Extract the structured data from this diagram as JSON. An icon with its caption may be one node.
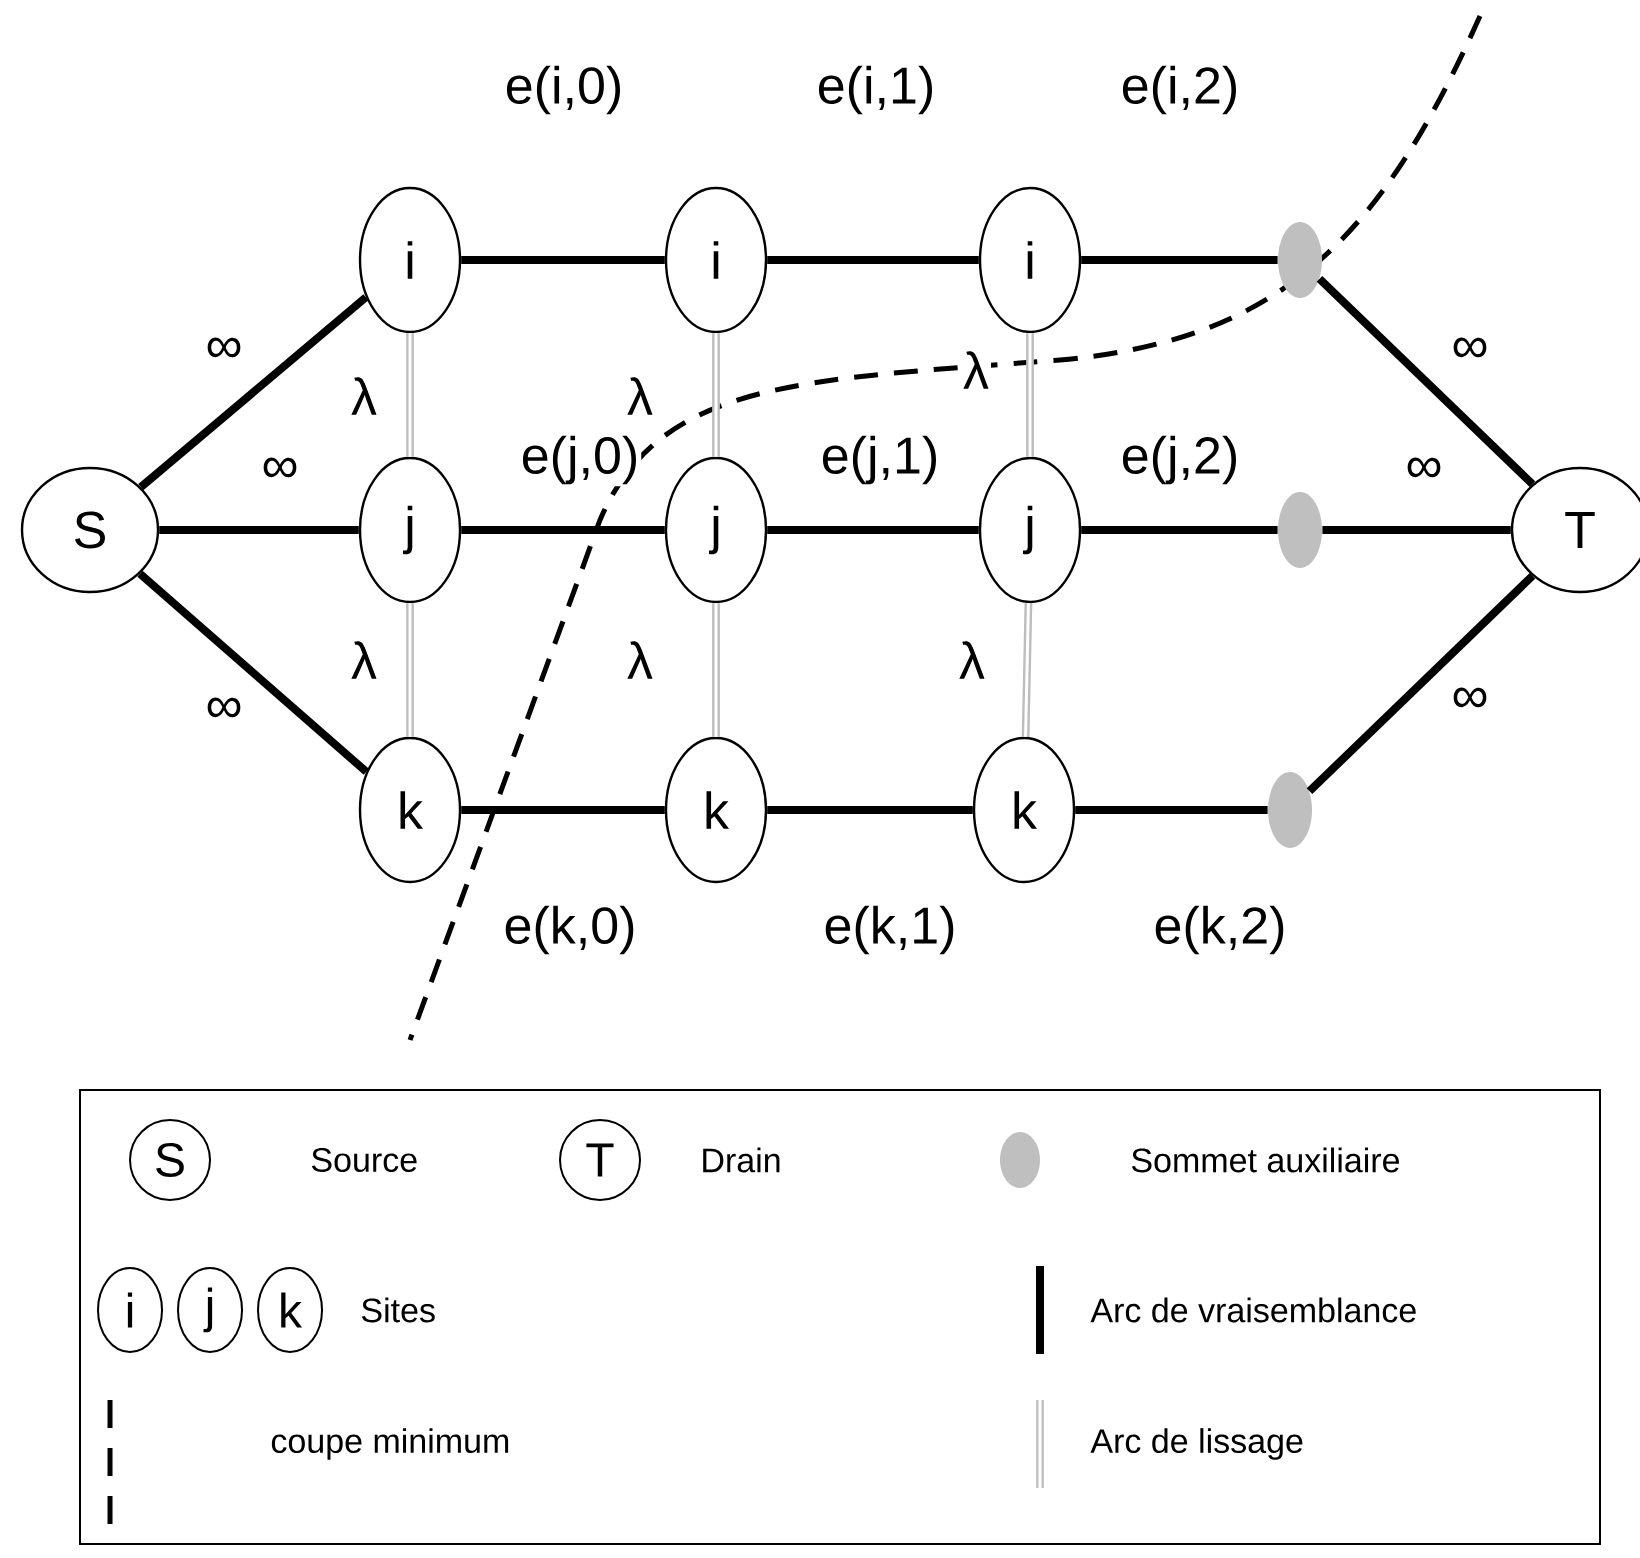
{
  "diagram": {
    "nodes": [
      {
        "text": [
          "S"
        ]
      },
      {
        "text": [
          "i"
        ]
      },
      {
        "text": [
          "i"
        ]
      },
      {
        "text": [
          "i"
        ]
      },
      {
        "text": [],
        "shape": "ellipse"
      },
      {
        "text": [
          "j"
        ]
      },
      {
        "text": [
          "j"
        ]
      },
      {
        "text": [
          "j"
        ]
      },
      {
        "text": [],
        "shape": "ellipse"
      },
      {
        "text": [
          "k"
        ]
      },
      {
        "text": [
          "k"
        ]
      },
      {
        "text": [
          "k"
        ]
      },
      {
        "text": [],
        "shape": "ellipse"
      },
      {
        "text": [
          "T"
        ]
      }
    ],
    "edges": [
      {
        "from": 0,
        "to": 1,
        "arrow": "none",
        "label": "∞"
      },
      {
        "from": 0,
        "to": 5,
        "arrow": "none",
        "label": "∞"
      },
      {
        "from": 0,
        "to": 9,
        "arrow": "none",
        "label": "∞"
      },
      {
        "from": 1,
        "to": 2,
        "arrow": "none",
        "label": "e(i,0)"
      },
      {
        "from": 2,
        "to": 3,
        "arrow": "none",
        "label": "e(i,1)"
      },
      {
        "from": 3,
        "to": 4,
        "arrow": "none",
        "label": "e(i,2)"
      },
      {
        "from": 4,
        "to": 13,
        "arrow": "none",
        "label": "∞"
      },
      {
        "from": 5,
        "to": 6,
        "arrow": "none",
        "label": "e(j,0)"
      },
      {
        "from": 6,
        "to": 7,
        "arrow": "none",
        "label": "e(j,1)"
      },
      {
        "from": 7,
        "to": 8,
        "arrow": "none",
        "label": "e(j,2)"
      },
      {
        "from": 8,
        "to": 13,
        "arrow": "none",
        "label": "∞"
      },
      {
        "from": 9,
        "to": 10,
        "arrow": "none",
        "label": "e(k,0)"
      },
      {
        "from": 10,
        "to": 11,
        "arrow": "none",
        "label": "e(k,1)"
      },
      {
        "from": 11,
        "to": 12,
        "arrow": "none",
        "label": "e(k,2)"
      },
      {
        "from": 12,
        "to": 13,
        "arrow": "none",
        "label": "∞"
      },
      {
        "from": 1,
        "to": 5,
        "arrow": "none",
        "label": "λ",
        "color": "#bdbdbd"
      },
      {
        "from": 5,
        "to": 9,
        "arrow": "none",
        "label": "λ",
        "color": "#bdbdbd"
      },
      {
        "from": 2,
        "to": 6,
        "arrow": "none",
        "label": "λ",
        "color": "#bdbdbd"
      },
      {
        "from": 6,
        "to": 10,
        "arrow": "none",
        "label": "λ",
        "color": "#bdbdbd"
      },
      {
        "from": 3,
        "to": 7,
        "arrow": "none",
        "label": "λ",
        "color": "#bdbdbd"
      },
      {
        "from": 7,
        "to": 11,
        "arrow": "none",
        "label": "λ",
        "color": "#bdbdbd"
      }
    ],
    "labels": [
      "S",
      "T",
      "i",
      "j",
      "k"
    ],
    "legend": [
      {
        "text": "Source"
      },
      {
        "text": "Drain"
      },
      {
        "text": "Sommet auxiliaire"
      },
      {
        "text": "Sites"
      },
      {
        "text": "Arc de vraisemblance"
      },
      {
        "text": "coupe minimum"
      },
      {
        "text": "Arc de lissage"
      }
    ]
  }
}
